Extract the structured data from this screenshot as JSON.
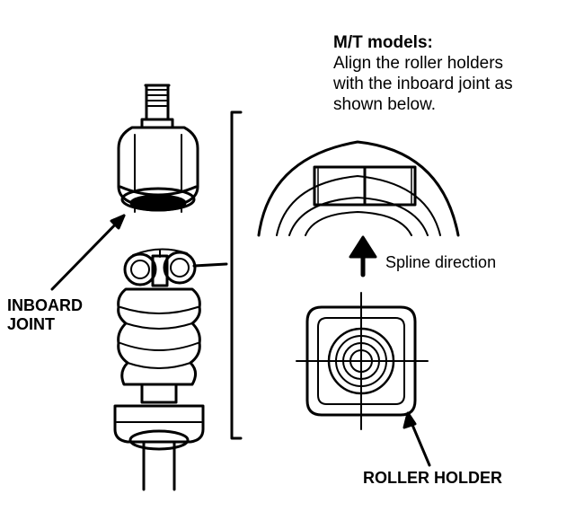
{
  "note": {
    "heading": "M/T models:",
    "lines": [
      "Align the roller holders",
      "with the inboard joint as",
      "shown below."
    ]
  },
  "labels": {
    "inboard_joint": [
      "INBOARD",
      "JOINT"
    ],
    "spline_direction": "Spline direction",
    "roller_holder": "ROLLER HOLDER"
  },
  "colors": {
    "ink": "#000000",
    "paper": "#ffffff"
  }
}
